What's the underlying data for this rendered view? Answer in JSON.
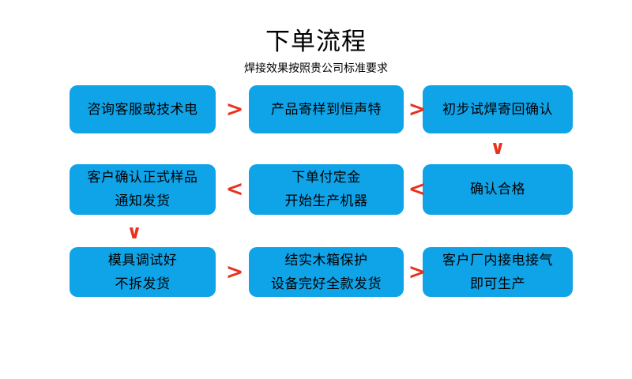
{
  "header": {
    "title": "下单流程",
    "subtitle": "焊接效果按照贵公司标准要求"
  },
  "colors": {
    "node_fill": "#0fa3e8",
    "arrow": "#e8321e",
    "text": "#000000",
    "background": "#ffffff"
  },
  "flow": {
    "nodes": [
      {
        "id": "n1",
        "row": 1,
        "col": 1,
        "lines": [
          "咨询客服或技术电"
        ]
      },
      {
        "id": "n2",
        "row": 1,
        "col": 2,
        "lines": [
          "产品寄样到恒声特"
        ]
      },
      {
        "id": "n3",
        "row": 1,
        "col": 3,
        "lines": [
          "初步试焊寄回确认"
        ]
      },
      {
        "id": "n4",
        "row": 2,
        "col": 3,
        "lines": [
          "确认合格"
        ]
      },
      {
        "id": "n5",
        "row": 2,
        "col": 2,
        "lines": [
          "下单付定金",
          "开始生产机器"
        ]
      },
      {
        "id": "n6",
        "row": 2,
        "col": 1,
        "lines": [
          "客户确认正式样品",
          "通知发货"
        ]
      },
      {
        "id": "n7",
        "row": 3,
        "col": 1,
        "lines": [
          "模具调试好",
          "不拆发货"
        ]
      },
      {
        "id": "n8",
        "row": 3,
        "col": 2,
        "lines": [
          "结实木箱保护",
          "设备完好全款发货"
        ]
      },
      {
        "id": "n9",
        "row": 3,
        "col": 3,
        "lines": [
          "客户厂内接电接气",
          "即可生产"
        ]
      }
    ],
    "arrows": [
      {
        "id": "a1",
        "from": "n1",
        "to": "n2",
        "direction": "right",
        "glyph": ">"
      },
      {
        "id": "a2",
        "from": "n2",
        "to": "n3",
        "direction": "right",
        "glyph": ">"
      },
      {
        "id": "a3",
        "from": "n3",
        "to": "n4",
        "direction": "down",
        "glyph": "∨"
      },
      {
        "id": "a4",
        "from": "n4",
        "to": "n5",
        "direction": "left",
        "glyph": "<"
      },
      {
        "id": "a5",
        "from": "n5",
        "to": "n6",
        "direction": "left",
        "glyph": "<"
      },
      {
        "id": "a6",
        "from": "n6",
        "to": "n7",
        "direction": "down",
        "glyph": "∨"
      },
      {
        "id": "a7",
        "from": "n7",
        "to": "n8",
        "direction": "right",
        "glyph": ">"
      },
      {
        "id": "a8",
        "from": "n8",
        "to": "n9",
        "direction": "right",
        "glyph": ">"
      }
    ]
  }
}
